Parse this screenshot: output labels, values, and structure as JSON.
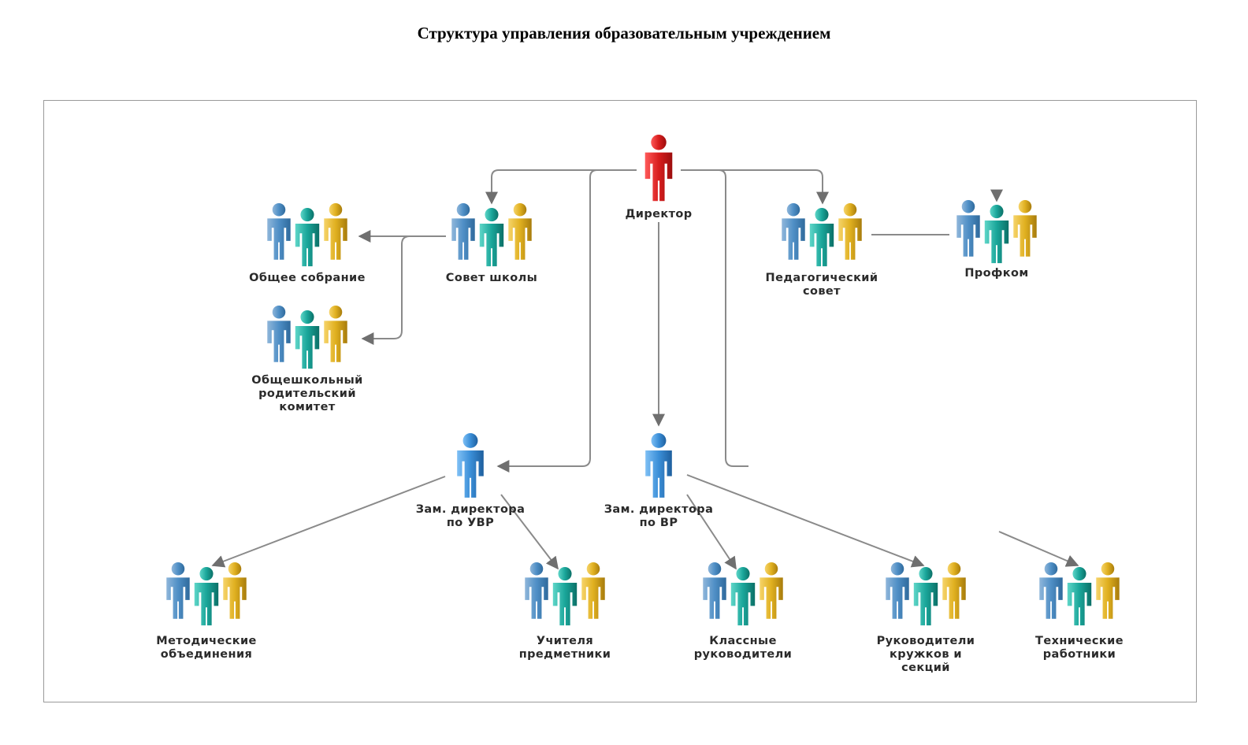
{
  "title": "Структура управления образовательным учреждением",
  "colors": {
    "director": "#d81e1e",
    "deputy": "#3b8fd8",
    "group_left": "#4f8fc6",
    "group_mid": "#1aa69a",
    "group_right": "#e0b020",
    "edge": "#8a8a8a"
  },
  "nodes": {
    "director": {
      "type": "single-red",
      "label": [
        "Директор"
      ]
    },
    "council": {
      "type": "group",
      "label": [
        "Совет школы"
      ]
    },
    "general_meeting": {
      "type": "group",
      "label": [
        "Общее собрание"
      ]
    },
    "parent_committee": {
      "type": "group",
      "label": [
        "Общешкольный",
        "родительский",
        "комитет"
      ]
    },
    "ped_council": {
      "type": "group",
      "label": [
        "Педагогический",
        "совет"
      ]
    },
    "union": {
      "type": "group",
      "label": [
        "Профком"
      ]
    },
    "deputy_uvr": {
      "type": "single-blue",
      "label": [
        "Зам. директора",
        "по УВР"
      ]
    },
    "deputy_vr": {
      "type": "single-blue",
      "label": [
        "Зам. директора",
        "по ВР"
      ]
    },
    "method": {
      "type": "group",
      "label": [
        "Методические",
        "объединения"
      ]
    },
    "teachers": {
      "type": "group",
      "label": [
        "Учителя",
        "предметники"
      ]
    },
    "class_heads": {
      "type": "group",
      "label": [
        "Классные",
        "руководители"
      ]
    },
    "club_heads": {
      "type": "group",
      "label": [
        "Руководители",
        "кружков и",
        "секций"
      ]
    },
    "tech_staff": {
      "type": "group",
      "label": [
        "Технические",
        "работники"
      ]
    }
  }
}
